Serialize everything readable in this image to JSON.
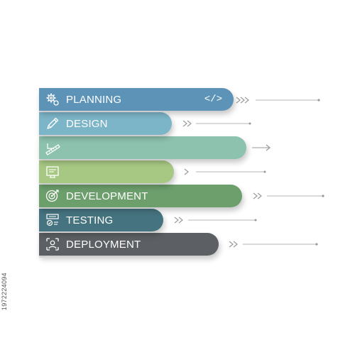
{
  "stages": [
    {
      "id": "planning",
      "label": "PLANNING",
      "icon": "gear-icon",
      "color": "#5c93b6",
      "extra": "</>"
    },
    {
      "id": "design",
      "label": "DESIGN",
      "icon": "pencil-icon",
      "color": "#7cb5c8"
    },
    {
      "id": "ruler",
      "label": "",
      "icon": "ruler-icon",
      "color": "#8dc2ae"
    },
    {
      "id": "screen",
      "label": "",
      "icon": "screen-icon",
      "color": "#a7c883"
    },
    {
      "id": "development",
      "label": "DEVELOPMENT",
      "icon": "gear-target-icon",
      "color": "#6d9f6d"
    },
    {
      "id": "testing",
      "label": "TESTING",
      "icon": "test-icon",
      "color": "#45737f"
    },
    {
      "id": "deployment",
      "label": "DEPLOYMENT",
      "icon": "deploy-person-icon",
      "color": "#5c5f63"
    }
  ],
  "footer_code": "1972224094"
}
